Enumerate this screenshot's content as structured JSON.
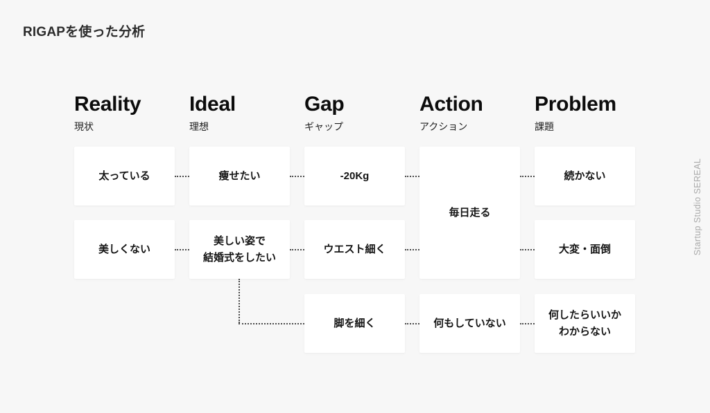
{
  "title": "RIGAPを使った分析",
  "watermark": "Startup Studio SEREAL",
  "columns": [
    {
      "en": "Reality",
      "ja": "現状"
    },
    {
      "en": "Ideal",
      "ja": "理想"
    },
    {
      "en": "Gap",
      "ja": "ギャップ"
    },
    {
      "en": "Action",
      "ja": "アクション"
    },
    {
      "en": "Problem",
      "ja": "課題"
    }
  ],
  "cards": {
    "reality_row1": "太っている",
    "reality_row2": "美しくない",
    "ideal_row1": "痩せたい",
    "ideal_row2": "美しい姿で\n結婚式をしたい",
    "gap_row1": "-20Kg",
    "gap_row2": "ウエスト細く",
    "gap_row3": "脚を細く",
    "action_row1_2": "毎日走る",
    "action_row3": "何もしていない",
    "problem_row1": "続かない",
    "problem_row2": "大変・面倒",
    "problem_row3": "何したらいいか\nわからない"
  },
  "colors": {
    "background": "#f7f7f7",
    "card": "#ffffff",
    "text": "#141414",
    "connector": "#4a4a4a",
    "watermark": "#a9a9a9"
  }
}
